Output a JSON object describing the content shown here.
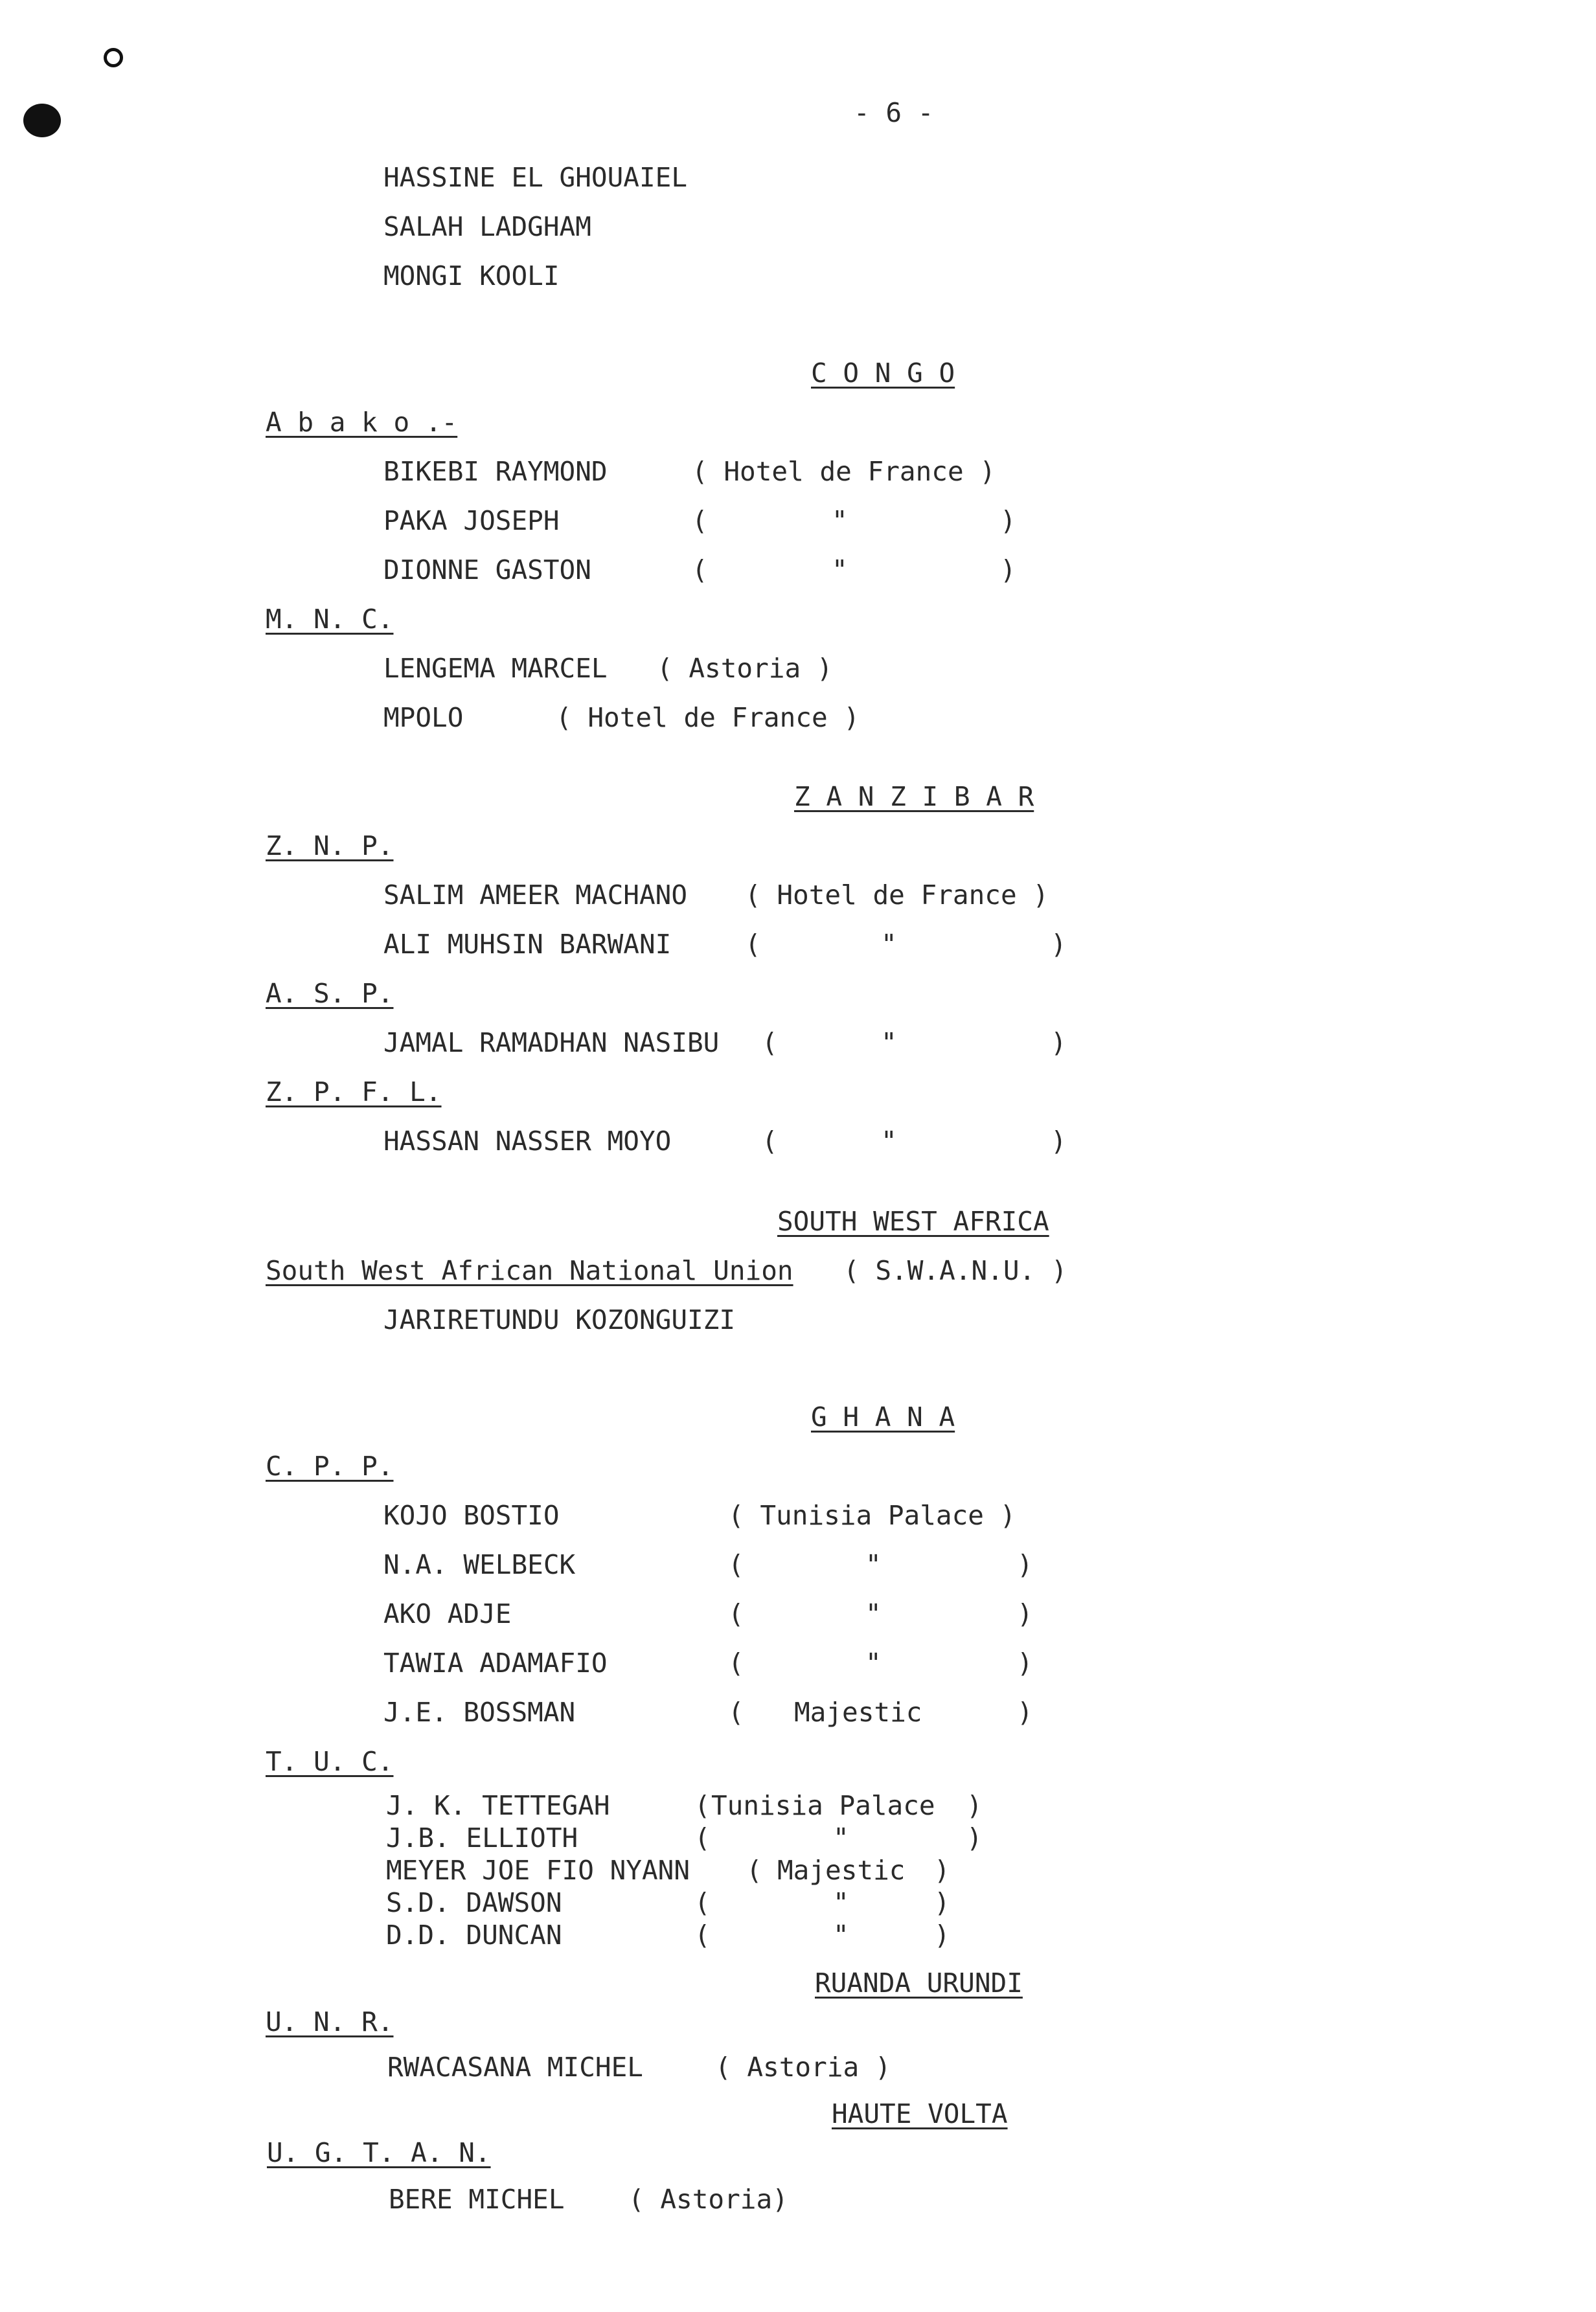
{
  "page_number": "- 6 -",
  "tunisia": {
    "names": [
      "HASSINE EL GHOUAIEL",
      "SALAH LADGHAM",
      "MONGI KOOLI"
    ]
  },
  "congo": {
    "title": "C O N G O",
    "abako": {
      "label": "A b a k o .-",
      "rows": [
        {
          "name": "BIKEBI RAYMOND",
          "hotel": "( Hotel de France )"
        },
        {
          "name": "PAKA JOSEPH",
          "open": "(",
          "ditto": "\"",
          "close": ")"
        },
        {
          "name": "DIONNE GASTON",
          "open": "(",
          "ditto": "\"",
          "close": ")"
        }
      ]
    },
    "mnc": {
      "label": "M. N. C.",
      "rows": [
        {
          "name": "LENGEMA MARCEL",
          "hotel": "( Astoria )"
        },
        {
          "name": "MPOLO",
          "hotel": "( Hotel de France )"
        }
      ]
    }
  },
  "zanzibar": {
    "title": "Z A N Z I B A R",
    "znp": {
      "label": "Z. N. P.",
      "rows": [
        {
          "name": "SALIM AMEER MACHANO",
          "hotel": "( Hotel de France )"
        },
        {
          "name": "ALI MUHSIN BARWANI",
          "open": "(",
          "ditto": "\"",
          "close": ")"
        }
      ]
    },
    "asp": {
      "label": "A. S. P.",
      "rows": [
        {
          "name": "JAMAL RAMADHAN NASIBU",
          "open": "(",
          "ditto": "\"",
          "close": ")"
        }
      ]
    },
    "zpfl": {
      "label": "Z. P. F. L.",
      "rows": [
        {
          "name": "HASSAN NASSER MOYO",
          "open": "(",
          "ditto": "\"",
          "close": ")"
        }
      ]
    }
  },
  "south_west_africa": {
    "title": "SOUTH WEST AFRICA",
    "party": "South West African National Union",
    "abbr": "( S.W.A.N.U. )",
    "rows": [
      {
        "name": "JARIRETUNDU KOZONGUIZI"
      }
    ]
  },
  "ghana": {
    "title": "G H A N A",
    "cpp": {
      "label": "C. P. P.",
      "rows": [
        {
          "name": "KOJO BOSTIO",
          "hotel": "( Tunisia Palace )"
        },
        {
          "name": "N.A. WELBECK",
          "open": "(",
          "ditto": "\"",
          "close": ")"
        },
        {
          "name": "AKO ADJE",
          "open": "(",
          "ditto": "\"",
          "close": ")"
        },
        {
          "name": "TAWIA ADAMAFIO",
          "open": "(",
          "ditto": "\"",
          "close": ")"
        },
        {
          "name": "J.E. BOSSMAN",
          "open": "(",
          "ditto": "Majestic",
          "close": ")"
        }
      ]
    },
    "tuc": {
      "label": "T. U. C.",
      "rows": [
        {
          "name": "J. K. TETTEGAH",
          "open": "(",
          "ditto": "Tunisia Palace",
          "close": ")"
        },
        {
          "name": "J.B. ELLIOTH",
          "open": "(",
          "ditto": "\"",
          "close": ")"
        },
        {
          "name": "MEYER JOE FIO NYANN",
          "open": "(",
          "ditto": "Majestic",
          "close": ")"
        },
        {
          "name": "S.D. DAWSON",
          "open": "(",
          "ditto": "\"",
          "close": ")"
        },
        {
          "name": "D.D. DUNCAN",
          "open": "(",
          "ditto": "\"",
          "close": ")"
        }
      ]
    }
  },
  "ruanda_urundi": {
    "title": "RUANDA URUNDI",
    "unr": {
      "label": "U. N. R.",
      "rows": [
        {
          "name": "RWACASANA MICHEL",
          "hotel": "( Astoria )"
        }
      ]
    }
  },
  "haute_volta": {
    "title": "HAUTE VOLTA",
    "ugtan": {
      "label": "U. G. T. A. N.",
      "rows": [
        {
          "name": "BERE MICHEL",
          "hotel": "( Astoria)"
        }
      ]
    }
  }
}
